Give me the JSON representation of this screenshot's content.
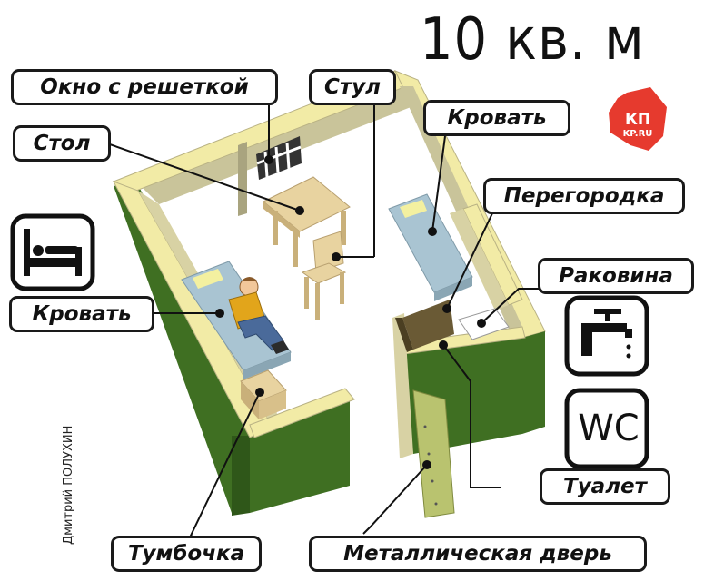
{
  "title": "10 кв. м",
  "credit": "Дмитрий ПОЛУХИН",
  "logo": {
    "main": "КП",
    "sub": "KP.RU",
    "color": "#e63a2e"
  },
  "wc_text": "WC",
  "labels": {
    "window": "Окно с решеткой",
    "chair": "Стул",
    "table": "Стол",
    "bed_right": "Кровать",
    "partition": "Перегородка",
    "sink": "Раковина",
    "bed_left": "Кровать",
    "toilet": "Туалет",
    "nightstand": "Тумбочка",
    "door": "Металлическая дверь"
  },
  "icons": [
    "bed-icon",
    "faucet-icon",
    "wc-icon"
  ],
  "colors": {
    "wall_top": "#f2eba6",
    "wall_inner": "#c9c49a",
    "wall_outer": "#3f6f22",
    "bed": "#a9c4d2",
    "furniture": "#e8d3a0",
    "door": "#b9c36f",
    "partition": "#6a5a35"
  }
}
